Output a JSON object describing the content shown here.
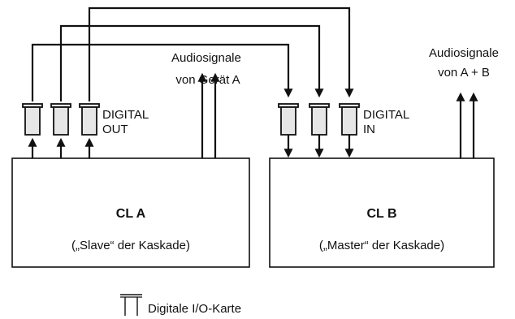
{
  "cl_a": {
    "title": "CL A",
    "role": "(„Slave“ der Kaskade)"
  },
  "cl_b": {
    "title": "CL B",
    "role": "(„Master“ der Kaskade)"
  },
  "digital_out": {
    "line1": "DIGITAL",
    "line2": "OUT"
  },
  "digital_in": {
    "line1": "DIGITAL",
    "line2": "IN"
  },
  "signals_a": {
    "line1": "Audiosignale",
    "line2": "von Gerät A"
  },
  "signals_ab": {
    "line1": "Audiosignale",
    "line2": "von A + B"
  },
  "legend": {
    "label": "Digitale I/O-Karte",
    "icon": "io-card-icon"
  }
}
